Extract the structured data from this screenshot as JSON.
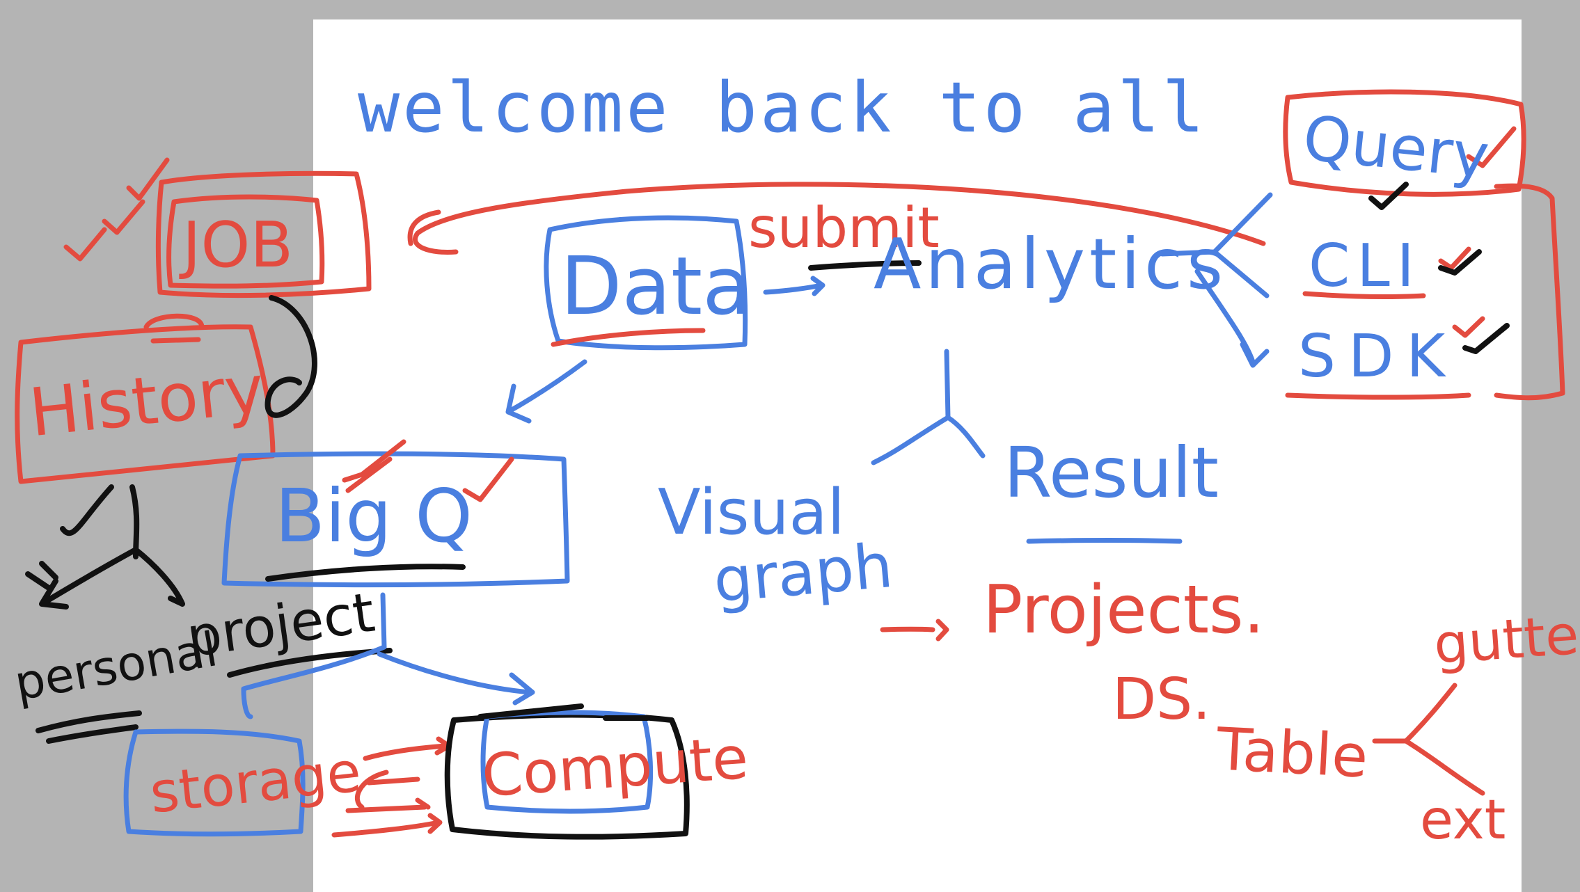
{
  "slide": {
    "title": "welcome back to all"
  },
  "notes": {
    "job": "JOB",
    "history": "History",
    "bigq": "Big Q",
    "personal": "personal",
    "project": "project",
    "storage": "storage",
    "compute": "Compute",
    "data": "Data",
    "submit": "submit",
    "analytics": "Analytics",
    "query": "Query",
    "cli": "CLI",
    "sdk": "SDK",
    "visual": "Visual",
    "graph": "graph",
    "result": "Result",
    "projects": "Projects.",
    "ds": "DS.",
    "table": "Table",
    "gutter": "gutter",
    "ext": "ext"
  },
  "colors": {
    "background": "#b4b4b4",
    "slide": "#ffffff",
    "blue_ink": "#4a7fe0",
    "red_ink": "#e34b3f",
    "black_ink": "#111111"
  }
}
